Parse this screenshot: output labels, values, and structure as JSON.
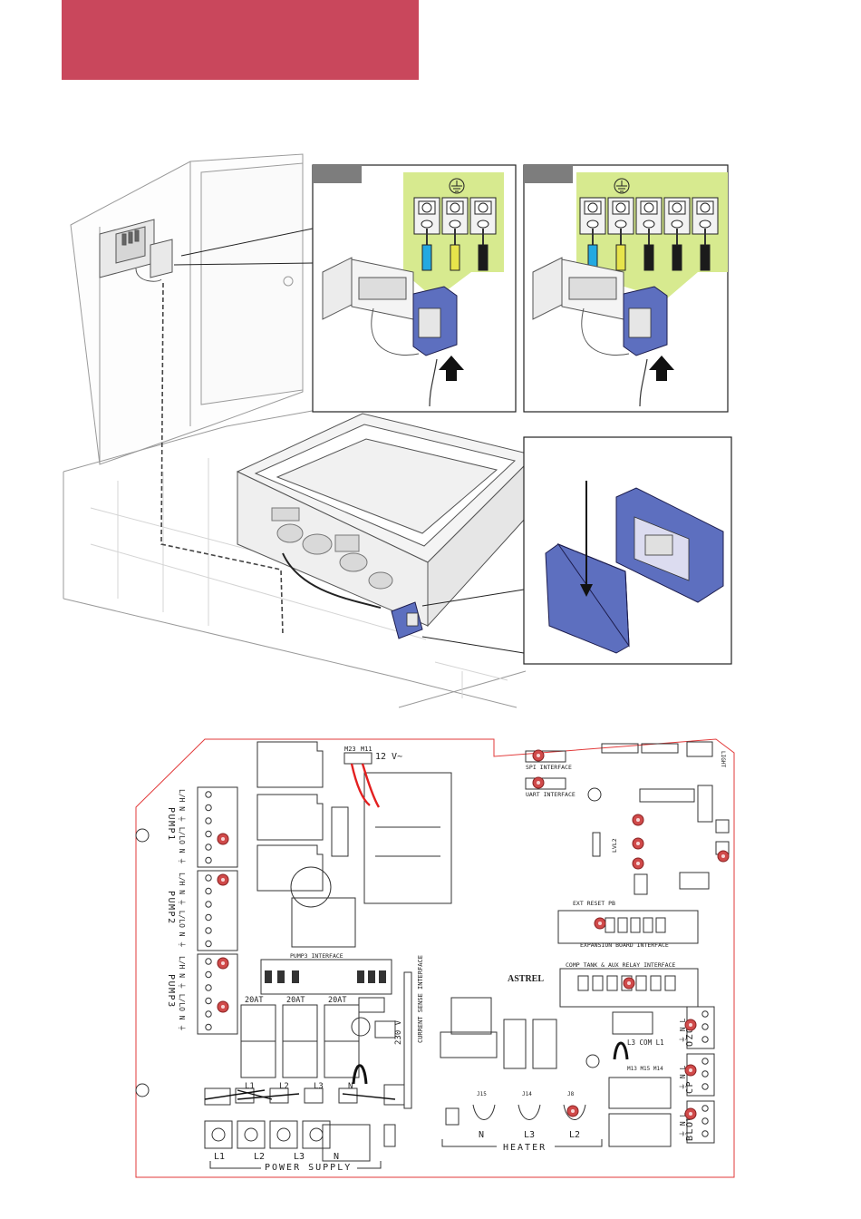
{
  "colors": {
    "header_band": "#c9475c",
    "panel_tab": "#7d7d7d",
    "terminal_highlight": "#d7ea8f",
    "junction_box": "#5d6fbf",
    "board_outline": "#e23a3a",
    "wire_blue": "#23a9e1",
    "wire_yellow": "#e7e44b",
    "wire_black": "#1b1b1b",
    "jumper_red": "#e32020",
    "button_red": "#d04a4a"
  },
  "icons": [
    "ground-icon",
    "up-arrow-icon",
    "down-arrow-icon"
  ],
  "board": {
    "top_labels": {
      "m23": "M23",
      "m11": "M11",
      "volt12": "12 V~",
      "spi": "SPI INTERFACE",
      "uart": "UART INTERFACE",
      "light": "LIGHT",
      "expansion": "EXPANSION BOARD INTERFACE",
      "comp_tank": "COMP TANK & AUX RELAY INTERFACE",
      "pump3_interface": "PUMP3 INTERFACE",
      "current_sense": "CURRENT SENSE INTERFACE",
      "v230": "230 V",
      "astrel": "ASTREL",
      "ext_reset": "EXT RESET PB",
      "lvl": "LVL2",
      "l3_com_l1": "L3 COM L1",
      "m13_m15_m14": "M13 M15 M14"
    },
    "pumps": [
      {
        "name": "PUMP1",
        "terms": "L/H N ⏚ L/LO N ⏚"
      },
      {
        "name": "PUMP2",
        "terms": "L/H N ⏚ L/LO N ⏚"
      },
      {
        "name": "PUMP3",
        "terms": "L/H N ⏚ L/LO N ⏚"
      }
    ],
    "fuses": [
      "20AT",
      "20AT",
      "20AT"
    ],
    "right_groups": [
      {
        "name": "OZO",
        "terms": "⏚ N L"
      },
      {
        "name": "CP",
        "terms": "⏚ N L"
      },
      {
        "name": "BLOW",
        "terms": "⏚ N L"
      }
    ],
    "heater": {
      "label": "HEATER",
      "terms": [
        "N",
        "L3",
        "L2"
      ],
      "j_labels": [
        "J15",
        "J14",
        "J8"
      ]
    },
    "power_supply": {
      "label": "POWER SUPPLY",
      "terms": [
        "L1",
        "L2",
        "L3",
        "N"
      ],
      "top_terms": [
        "L1",
        "L2",
        "L3",
        "N"
      ]
    }
  }
}
